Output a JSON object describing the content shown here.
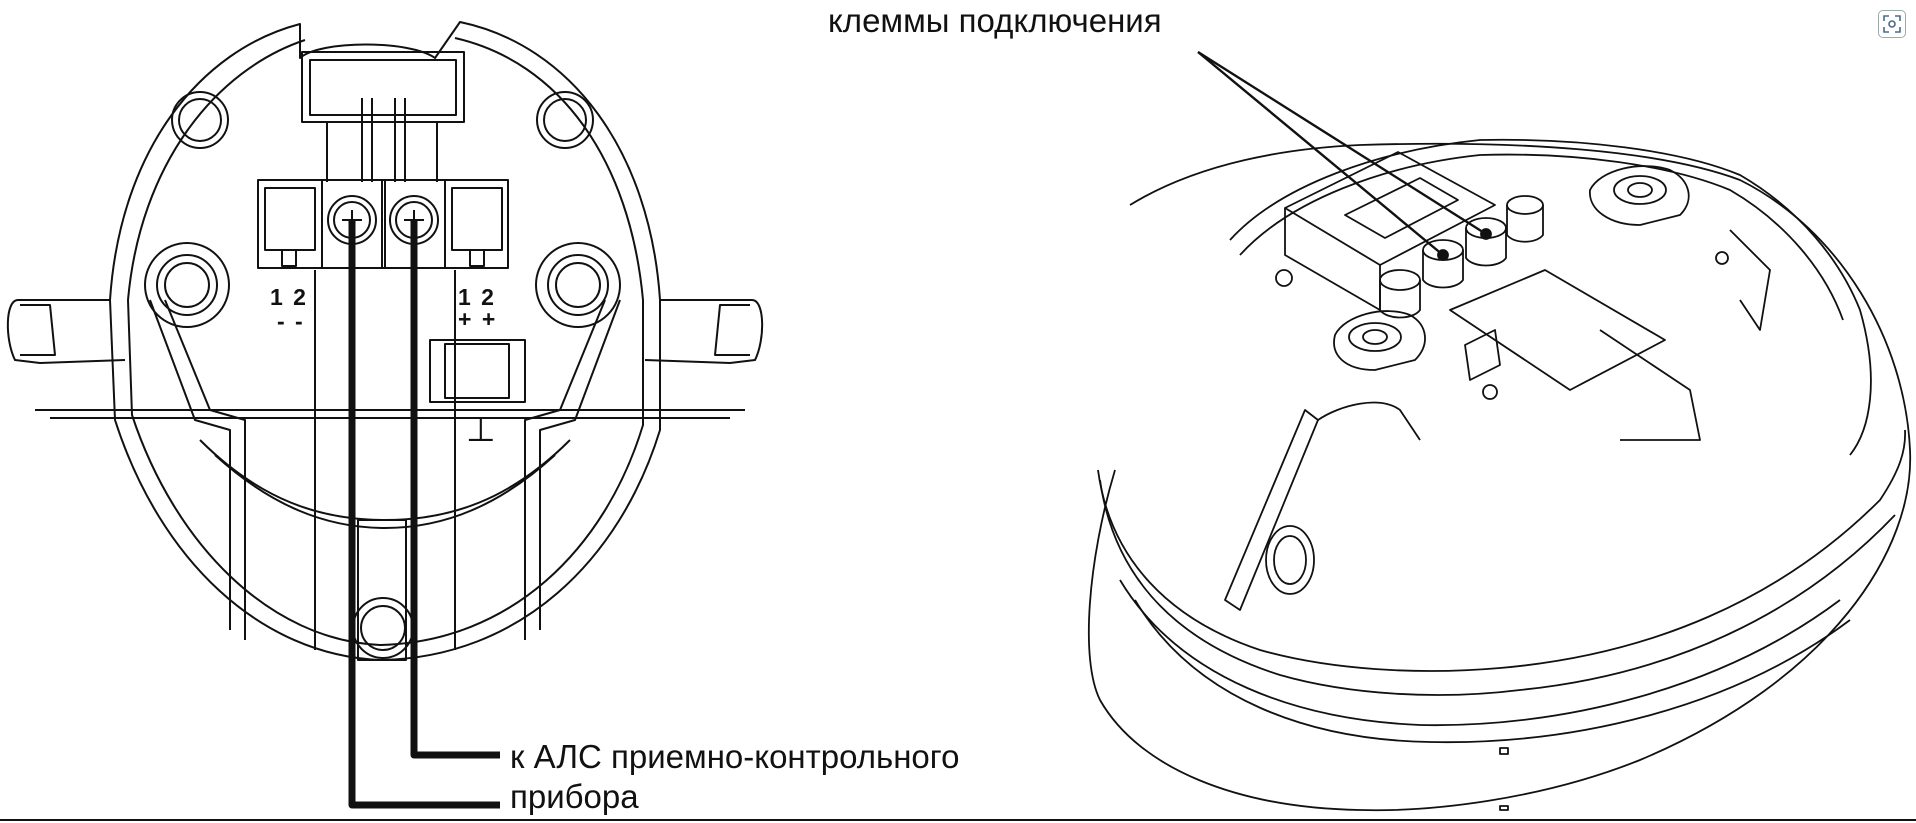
{
  "labels": {
    "terminals": "клеммы подключения",
    "als_line1": "к АЛС приемно-контрольного",
    "als_line2": "прибора",
    "num_left": "1 2",
    "sign_left": "- -",
    "num_right": "1 2",
    "sign_right": "+ +",
    "ground": "⊥"
  },
  "icons": {
    "corner": "focus-scan-icon"
  },
  "colors": {
    "line": "#111111",
    "background": "#ffffff"
  }
}
